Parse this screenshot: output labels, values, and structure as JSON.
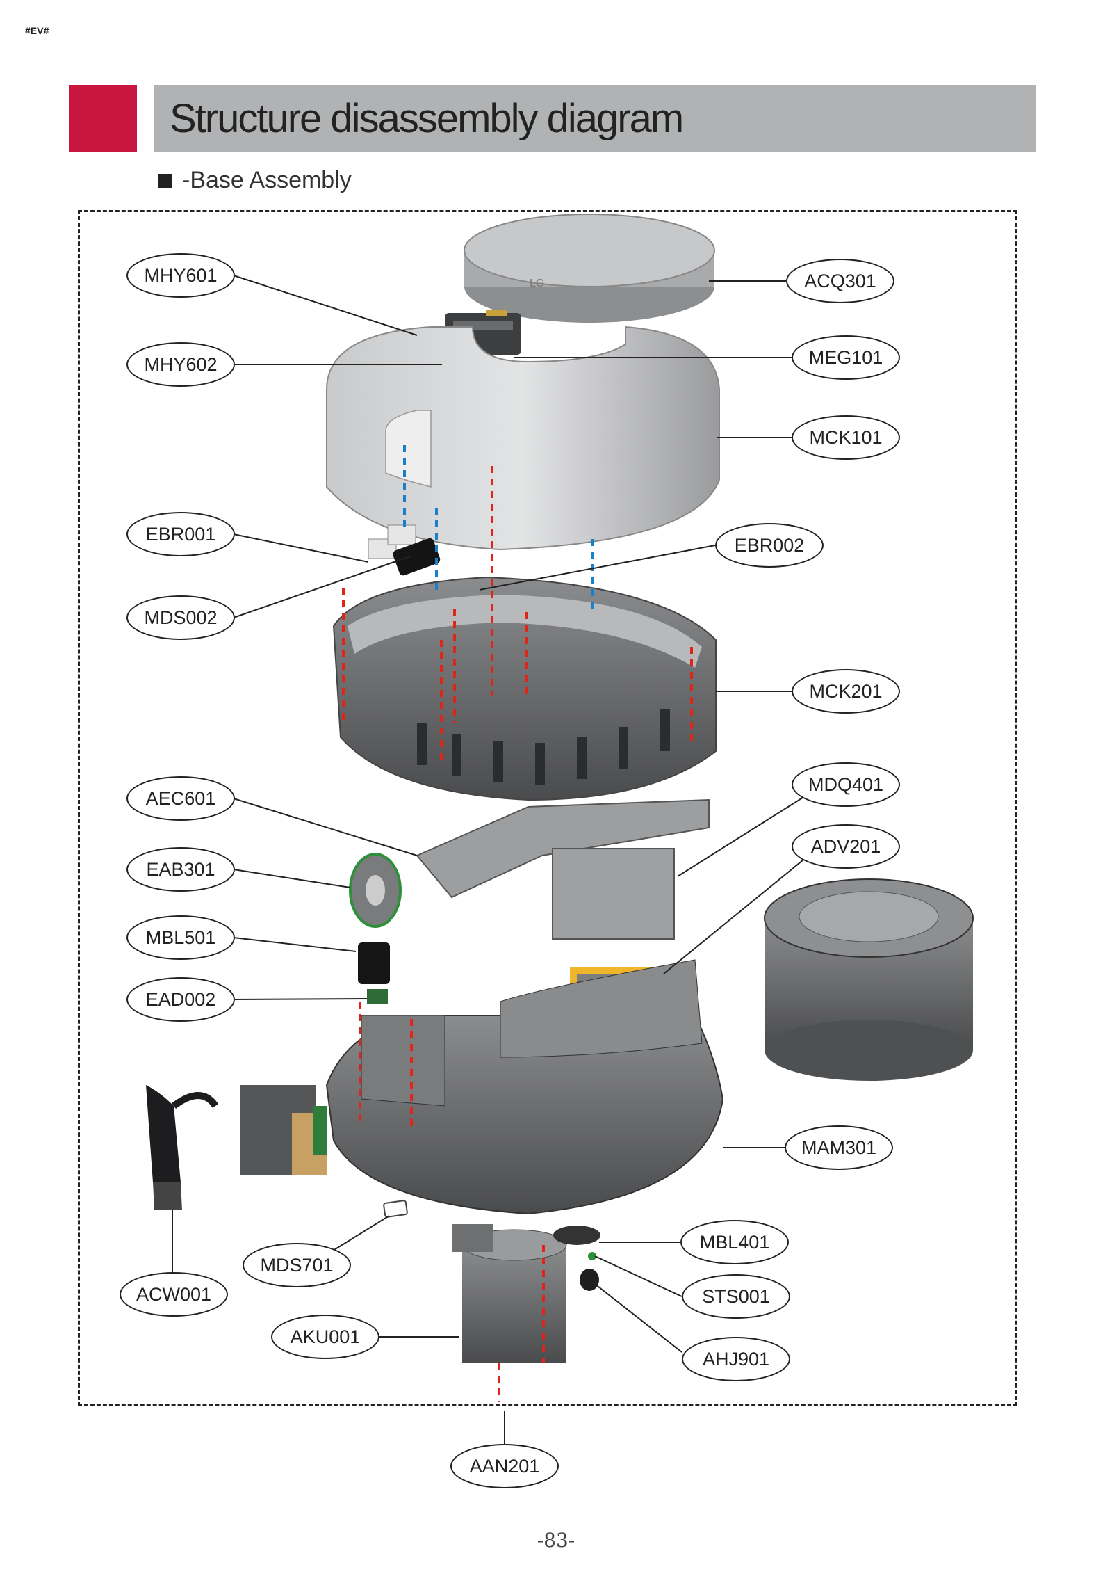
{
  "header": {
    "doc_code": "#EV#",
    "title": "Structure disassembly diagram",
    "section": "-Base Assembly"
  },
  "parts": {
    "acq301": "ACQ301",
    "mhy601": "MHY601",
    "mhy602": "MHY602",
    "meg101": "MEG101",
    "mck101": "MCK101",
    "ebr001": "EBR001",
    "ebr002": "EBR002",
    "mds002": "MDS002",
    "mck201": "MCK201",
    "mdq401": "MDQ401",
    "aec601": "AEC601",
    "adv201": "ADV201",
    "eab301": "EAB301",
    "mbl501": "MBL501",
    "ead002": "EAD002",
    "mam301": "MAM301",
    "mbl401": "MBL401",
    "mds701": "MDS701",
    "sts001": "STS001",
    "acw001": "ACW001",
    "ahj901": "AHJ901",
    "aku001": "AKU001",
    "aan201": "AAN201"
  },
  "page_number": "-83-",
  "colors": {
    "accent": "#c8163f",
    "title_bar": "#b1b2b3",
    "alignment_red": "#e2231a",
    "alignment_blue": "#1a7fc6"
  }
}
